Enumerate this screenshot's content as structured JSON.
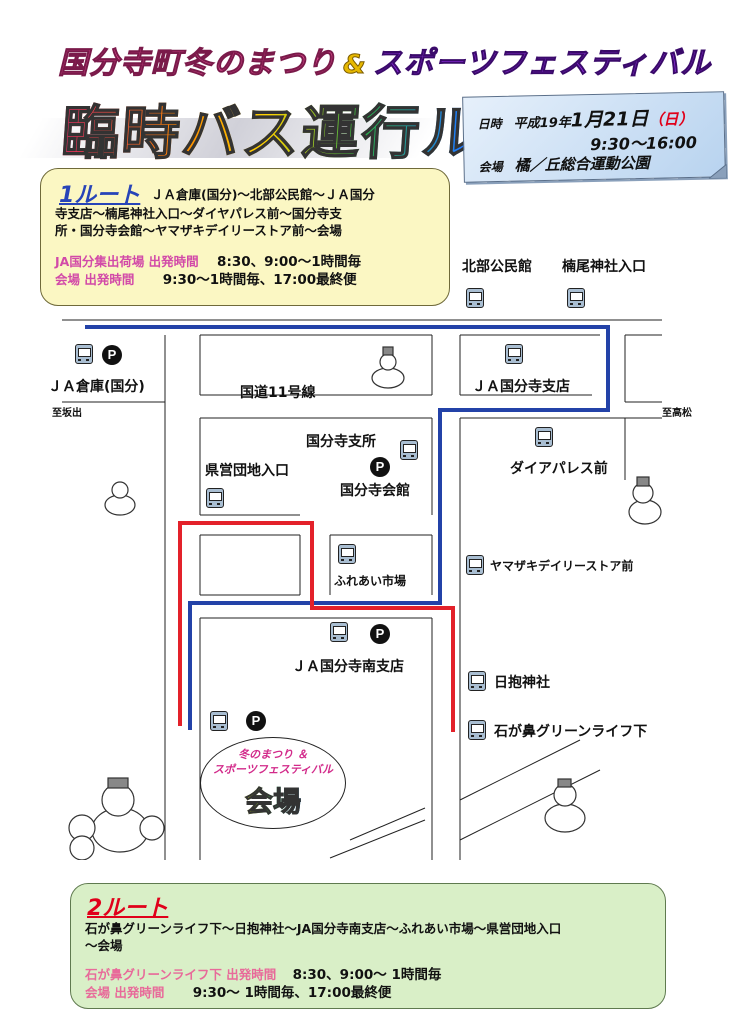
{
  "header": {
    "event_title_1": "国分寺町冬のまつり",
    "event_title_amp": "&",
    "event_title_2": "スポーツフェスティバル",
    "main_title": "臨時バス運行ルート"
  },
  "info": {
    "date_label": "日時",
    "date_prefix": "平成19年",
    "date_md": "1月21日",
    "weekday_open": "（",
    "weekday": "日",
    "weekday_close": "）",
    "time": "9:30〜16:00",
    "venue_label": "会場",
    "venue": "橘／丘総合運動公園"
  },
  "route1": {
    "title": "1ルート",
    "desc_inline": "ＪＡ倉庫(国分)〜北部公民館〜ＪＡ国分",
    "desc_line2": "寺支店〜楠尾神社入口〜ダイヤパレス前〜国分寺支",
    "desc_line3": "所・国分寺会館〜ヤマザキデイリーストア前〜会場",
    "sched1_label": "JA国分集出荷場 出発時間",
    "sched1_value": "8:30、9:00〜1時間毎",
    "sched2_label": "会場 出発時間",
    "sched2_value": "9:30〜1時間毎、17:00最終便"
  },
  "route2": {
    "title": "2ルート",
    "desc_line1": "石が鼻グリーンライフ下〜日抱神社〜JA国分寺南支店〜ふれあい市場〜県営団地入口",
    "desc_line2": "〜会場",
    "sched1_label": "石が鼻グリーンライフ下 出発時間",
    "sched1_value": "8:30、9:00〜 1時間毎",
    "sched2_label": "会場 出発時間",
    "sched2_value": "9:30〜 1時間毎、17:00最終便"
  },
  "map": {
    "labels": {
      "hokubu": "北部公民館",
      "kusuo": "楠尾神社入口",
      "ja_souko": "ＪＡ倉庫(国分)",
      "kokudo": "国道11号線",
      "ja_shiten": "ＪＡ国分寺支店",
      "to_sakaide": "至坂出",
      "to_takamatsu": "至高松",
      "shisho": "国分寺支所",
      "kaikan": "国分寺会館",
      "kenei": "県営団地入口",
      "diapalace": "ダイアパレス前",
      "yamazaki": "ヤマザキデイリーストア前",
      "fureai": "ふれあい市場",
      "minami": "ＪＡ国分寺南支店",
      "hidaki": "日抱神社",
      "ishigahana": "石が鼻グリーンライフ下"
    },
    "parking_symbol": "P",
    "venue_line1": "冬のまつり ＆",
    "venue_line2": "スポーツフェスティバル",
    "venue_big": "会場"
  },
  "colors": {
    "route1_line": "#2342a8",
    "route2_line": "#e3212a",
    "route1_box": "#fbf7c3",
    "route2_box": "#d9efc7"
  }
}
